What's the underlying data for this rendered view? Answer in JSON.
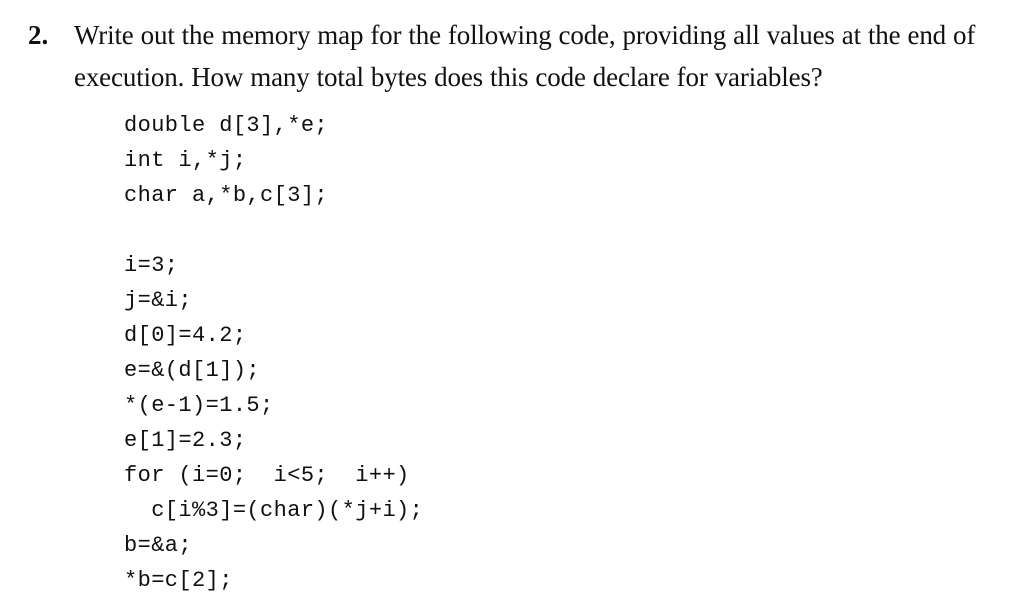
{
  "question": {
    "number": "2.",
    "text": "Write out the memory map for the following code, providing all values at the end of execution. How many total bytes does this code declare for variables?"
  },
  "code": {
    "language": "c",
    "lines": [
      "double d[3],*e;",
      "int i,*j;",
      "char a,*b,c[3];",
      "",
      "i=3;",
      "j=&i;",
      "d[0]=4.2;",
      "e=&(d[1]);",
      "*(e-1)=1.5;",
      "e[1]=2.3;",
      "for (i=0;  i<5;  i++)",
      "  c[i%3]=(char)(*j+i);",
      "b=&a;",
      "*b=c[2];"
    ]
  },
  "colors": {
    "background": "#ffffff",
    "text": "#111111",
    "code_text": "#101010"
  }
}
